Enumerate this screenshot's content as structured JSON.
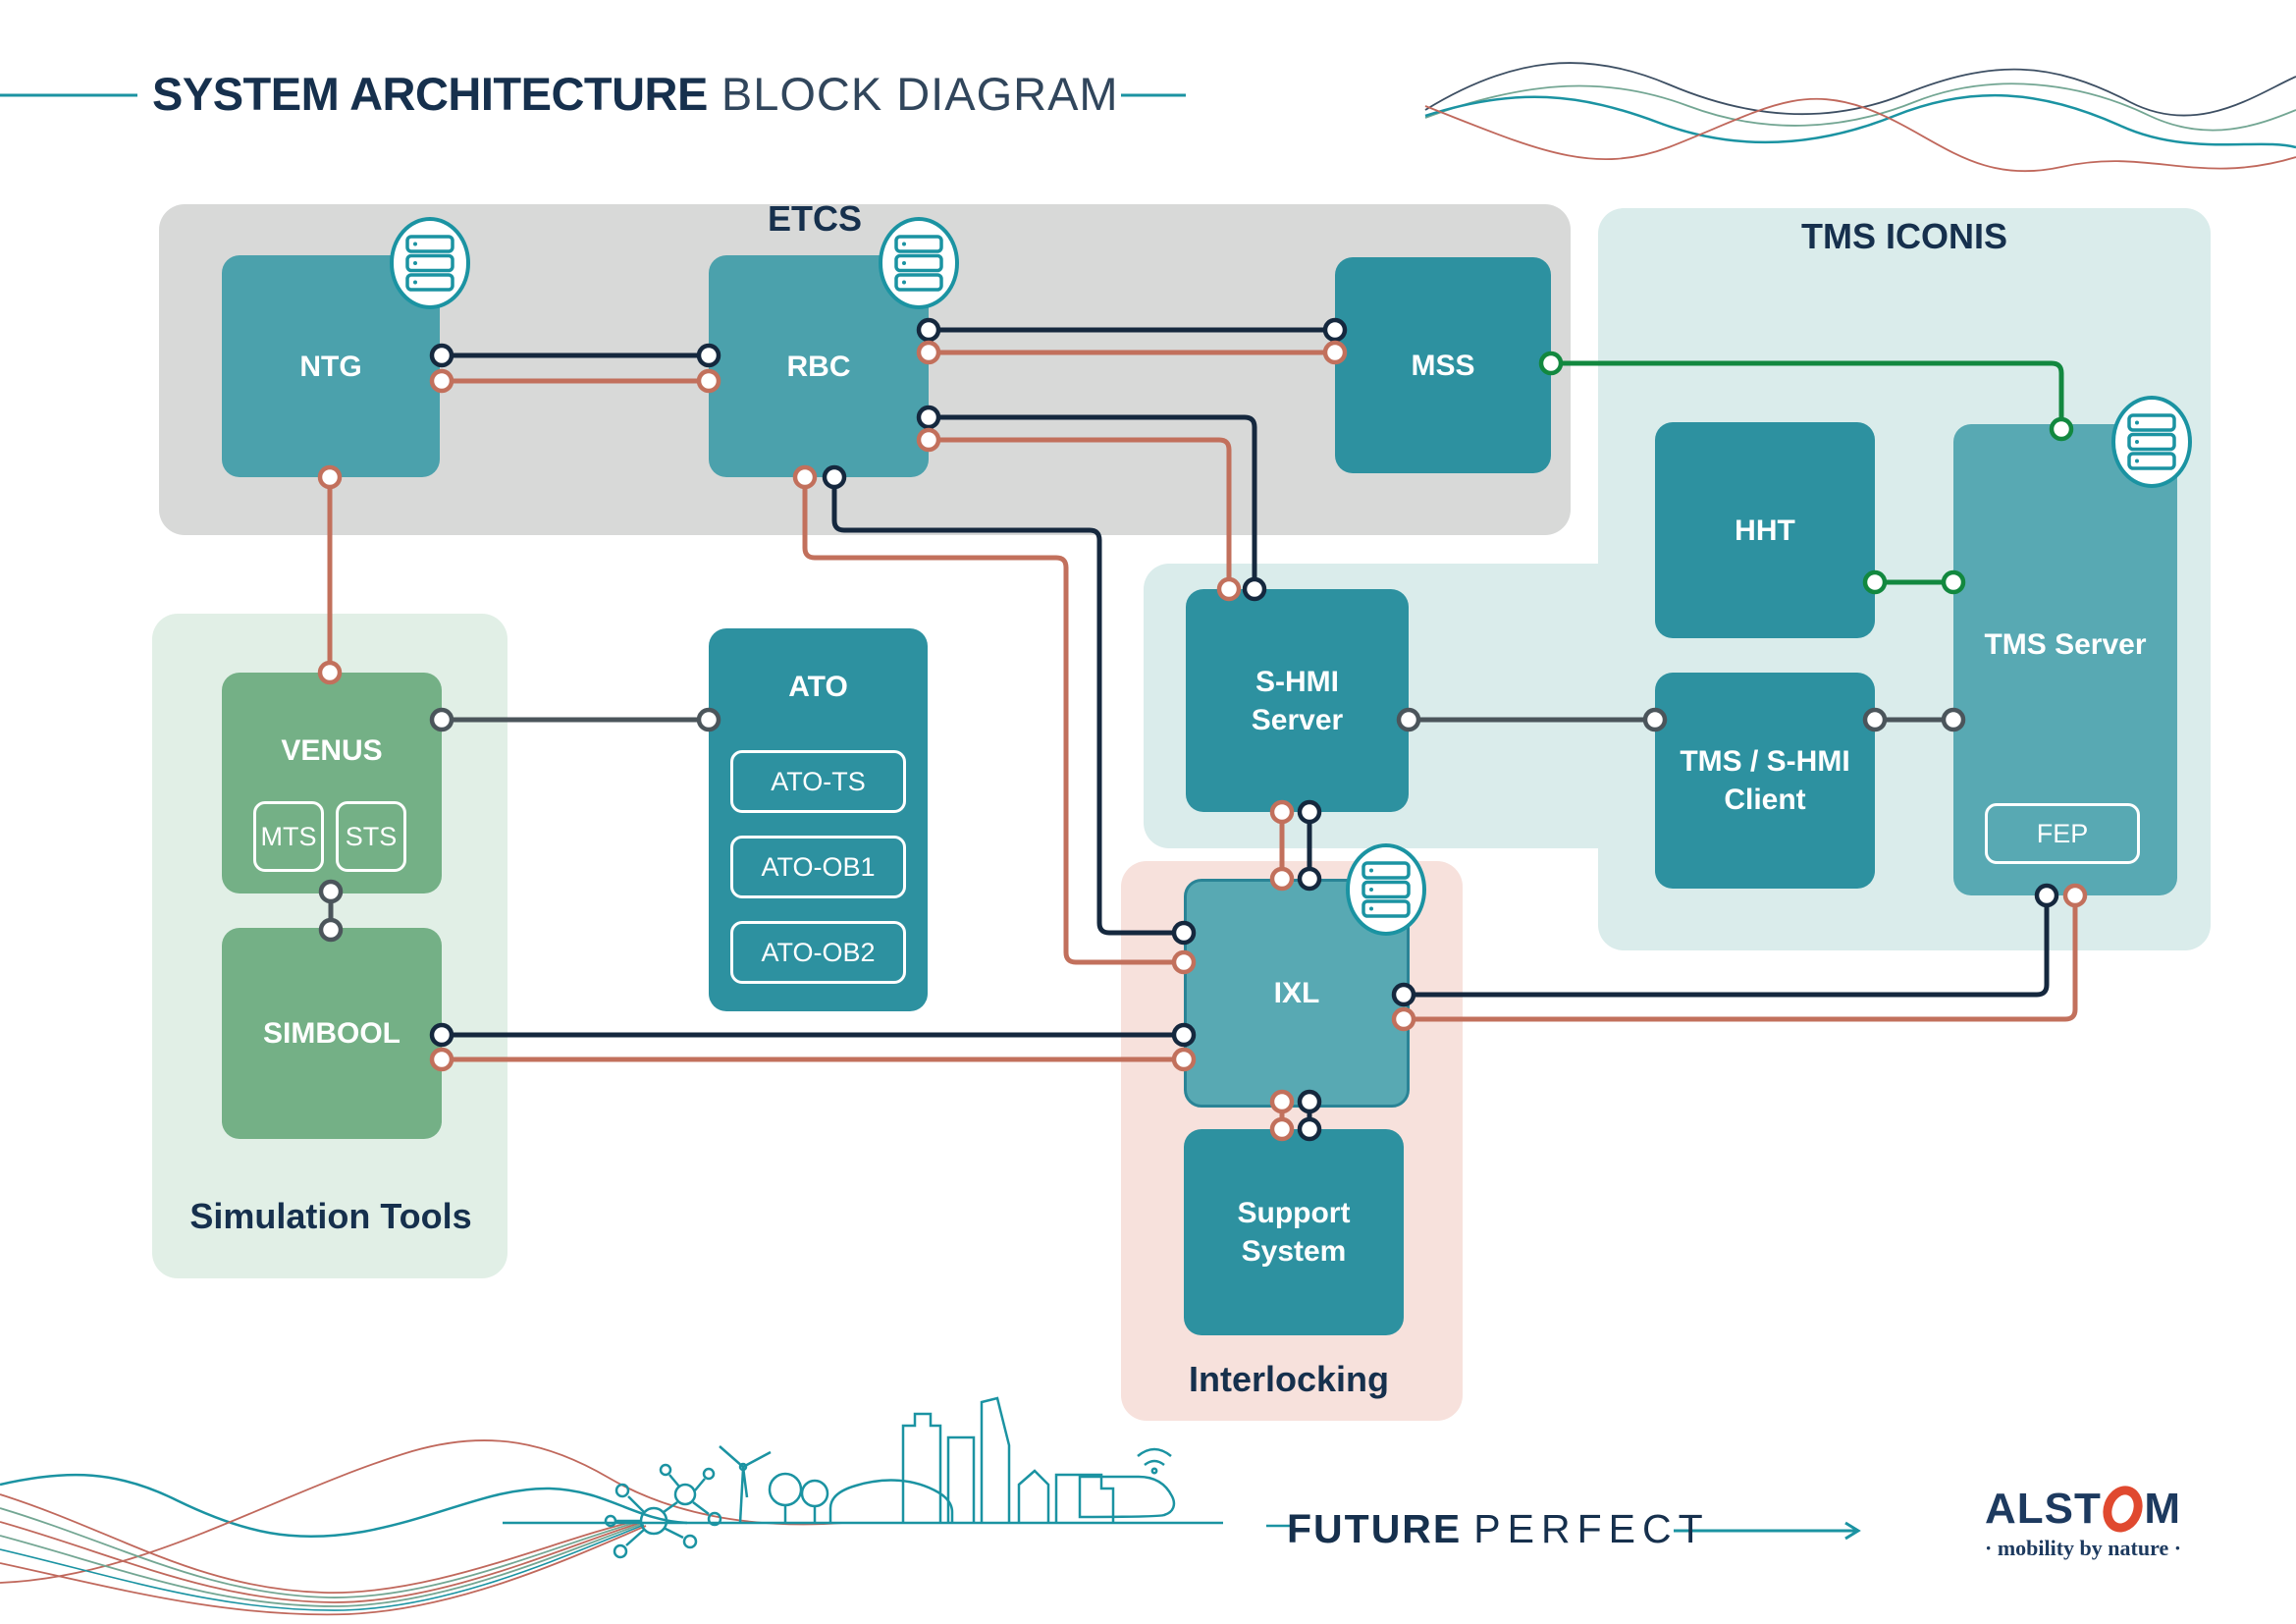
{
  "header": {
    "title_bold": "SYSTEM ARCHITECTURE",
    "title_light": "BLOCK DIAGRAM"
  },
  "groups": {
    "etcs": {
      "label": "ETCS"
    },
    "tms_iconis": {
      "label": "TMS ICONIS"
    },
    "simulation_tools": {
      "label": "Simulation Tools"
    },
    "interlocking": {
      "label": "Interlocking"
    }
  },
  "blocks": {
    "ntg": {
      "label": "NTG"
    },
    "rbc": {
      "label": "RBC"
    },
    "mss": {
      "label": "MSS"
    },
    "hht": {
      "label": "HHT"
    },
    "tms_server": {
      "label": "TMS Server"
    },
    "fep": {
      "label": "FEP"
    },
    "shmi_server": {
      "label": "S-HMI Server"
    },
    "tms_shmi_client": {
      "label": "TMS / S-HMI Client"
    },
    "ixl": {
      "label": "IXL"
    },
    "support_system": {
      "label": "Support System"
    },
    "venus": {
      "label": "VENUS"
    },
    "mts": {
      "label": "MTS"
    },
    "sts": {
      "label": "STS"
    },
    "simbool": {
      "label": "SIMBOOL"
    },
    "ato": {
      "label": "ATO"
    },
    "ato_ts": {
      "label": "ATO-TS"
    },
    "ato_ob1": {
      "label": "ATO-OB1"
    },
    "ato_ob2": {
      "label": "ATO-OB2"
    }
  },
  "connections": [
    {
      "from": "NTG",
      "to": "RBC",
      "color": "navy"
    },
    {
      "from": "NTG",
      "to": "RBC",
      "color": "salmon"
    },
    {
      "from": "RBC",
      "to": "MSS",
      "color": "navy"
    },
    {
      "from": "RBC",
      "to": "MSS",
      "color": "salmon"
    },
    {
      "from": "RBC",
      "to": "S-HMI Server",
      "color": "navy"
    },
    {
      "from": "RBC",
      "to": "S-HMI Server",
      "color": "salmon"
    },
    {
      "from": "RBC",
      "to": "IXL",
      "color": "navy"
    },
    {
      "from": "RBC",
      "to": "IXL",
      "color": "salmon"
    },
    {
      "from": "NTG",
      "to": "VENUS",
      "color": "salmon"
    },
    {
      "from": "MSS",
      "to": "TMS Server",
      "color": "green"
    },
    {
      "from": "HHT",
      "to": "TMS Server",
      "color": "green"
    },
    {
      "from": "S-HMI Server",
      "to": "TMS / S-HMI Client",
      "color": "slate"
    },
    {
      "from": "TMS / S-HMI Client",
      "to": "TMS Server",
      "color": "slate"
    },
    {
      "from": "S-HMI Server",
      "to": "IXL",
      "color": "salmon"
    },
    {
      "from": "S-HMI Server",
      "to": "IXL",
      "color": "navy"
    },
    {
      "from": "IXL",
      "to": "Support System",
      "color": "salmon"
    },
    {
      "from": "IXL",
      "to": "Support System",
      "color": "navy"
    },
    {
      "from": "SIMBOOL",
      "to": "IXL",
      "color": "navy"
    },
    {
      "from": "SIMBOOL",
      "to": "IXL",
      "color": "salmon"
    },
    {
      "from": "TMS Server",
      "to": "IXL",
      "color": "navy"
    },
    {
      "from": "TMS Server",
      "to": "IXL",
      "color": "salmon"
    },
    {
      "from": "VENUS",
      "to": "ATO",
      "color": "slate"
    },
    {
      "from": "VENUS",
      "to": "SIMBOOL",
      "color": "slate"
    }
  ],
  "footer": {
    "slogan_bold": "FUTURE",
    "slogan_light": "PERFECT",
    "brand_pre_o": "ALST",
    "brand_post_o": "M",
    "brand_sub": "· mobility by nature ·"
  },
  "icons": {
    "server": "server-stack-icon"
  },
  "colors": {
    "navy": "#15283e",
    "salmon": "#c2705c",
    "green": "#12883f",
    "slate": "#4b555b",
    "teal": "#1b93a2",
    "block_teal_light": "#4ba1ac",
    "block_teal_mid": "#58a9b3",
    "block_teal_dark": "#2d91a0",
    "block_green": "#74b086",
    "panel_gray": "#d8d9d8",
    "panel_cyan": "#daeceb",
    "panel_green": "#e1efe6",
    "panel_pink": "#f7e1dc",
    "heading": "#16304d",
    "heading_light": "#31465c",
    "brand_navy": "#1d3a5f",
    "brand_red": "#e0492f"
  }
}
